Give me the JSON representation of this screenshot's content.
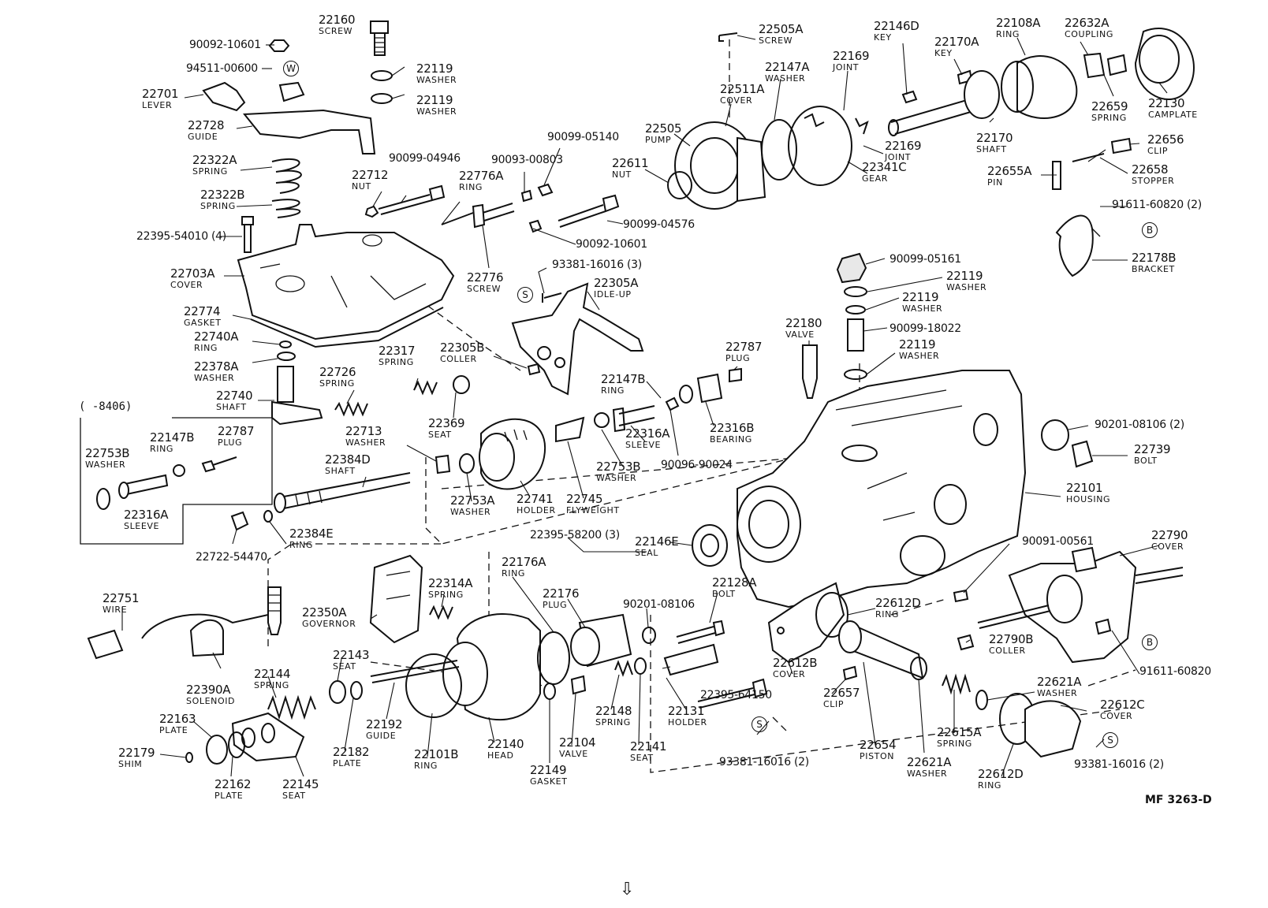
{
  "diagram_code": "MF 3263-D",
  "bracket_range": "(       -8406)",
  "markers": {
    "s": "S",
    "b": "B",
    "w": "W"
  },
  "parts": [
    {
      "id": "p22160",
      "number": "22160",
      "name": "SCREW"
    },
    {
      "id": "p90092a",
      "number": "90092-10601",
      "name": ""
    },
    {
      "id": "p94511",
      "number": "94511-00600",
      "name": ""
    },
    {
      "id": "p22119a",
      "number": "22119",
      "name": "WASHER"
    },
    {
      "id": "p22119b",
      "number": "22119",
      "name": "WASHER"
    },
    {
      "id": "p22701",
      "number": "22701",
      "name": "LEVER"
    },
    {
      "id": "p22728",
      "number": "22728",
      "name": "GUIDE"
    },
    {
      "id": "p22322a",
      "number": "22322A",
      "name": "SPRING"
    },
    {
      "id": "p22322b",
      "number": "22322B",
      "name": "SPRING"
    },
    {
      "id": "p22395a",
      "number": "22395-54010 (4)",
      "name": ""
    },
    {
      "id": "p22703a",
      "number": "22703A",
      "name": "COVER"
    },
    {
      "id": "p22774",
      "number": "22774",
      "name": "GASKET"
    },
    {
      "id": "p22740a",
      "number": "22740A",
      "name": "RING"
    },
    {
      "id": "p22378a",
      "number": "22378A",
      "name": "WASHER"
    },
    {
      "id": "p22740",
      "number": "22740",
      "name": "SHAFT"
    },
    {
      "id": "p22726",
      "number": "22726",
      "name": "SPRING"
    },
    {
      "id": "p22712",
      "number": "22712",
      "name": "NUT"
    },
    {
      "id": "p90099a",
      "number": "90099-04946",
      "name": ""
    },
    {
      "id": "p22776a",
      "number": "22776A",
      "name": "RING"
    },
    {
      "id": "p90093",
      "number": "90093-00803",
      "name": ""
    },
    {
      "id": "p90099b",
      "number": "90099-05140",
      "name": ""
    },
    {
      "id": "p90099c",
      "number": "90099-04576",
      "name": ""
    },
    {
      "id": "p90092b",
      "number": "90092-10601",
      "name": ""
    },
    {
      "id": "p22776",
      "number": "22776",
      "name": "SCREW"
    },
    {
      "id": "p93381a",
      "number": "93381-16016 (3)",
      "name": ""
    },
    {
      "id": "p22305a",
      "number": "22305A",
      "name": "IDLE-UP"
    },
    {
      "id": "p22305b",
      "number": "22305B",
      "name": "COLLER"
    },
    {
      "id": "p22317",
      "number": "22317",
      "name": "SPRING"
    },
    {
      "id": "p22369",
      "number": "22369",
      "name": "SEAT"
    },
    {
      "id": "p22713",
      "number": "22713",
      "name": "WASHER"
    },
    {
      "id": "p22384d",
      "number": "22384D",
      "name": "SHAFT"
    },
    {
      "id": "p22753b1",
      "number": "22753B",
      "name": "WASHER"
    },
    {
      "id": "p22147b1",
      "number": "22147B",
      "name": "RING"
    },
    {
      "id": "p22787a",
      "number": "22787",
      "name": "PLUG"
    },
    {
      "id": "p22316a1",
      "number": "22316A",
      "name": "SLEEVE"
    },
    {
      "id": "p22384e",
      "number": "22384E",
      "name": "RING"
    },
    {
      "id": "p22722",
      "number": "22722-54470",
      "name": ""
    },
    {
      "id": "p22753a",
      "number": "22753A",
      "name": "WASHER"
    },
    {
      "id": "p22741",
      "number": "22741",
      "name": "HOLDER"
    },
    {
      "id": "p22745",
      "number": "22745",
      "name": "FLYWEIGHT"
    },
    {
      "id": "p22753b2",
      "number": "22753B",
      "name": "WASHER"
    },
    {
      "id": "p22147b2",
      "number": "22147B",
      "name": "RING"
    },
    {
      "id": "p22316a2",
      "number": "22316A",
      "name": "SLEEVE"
    },
    {
      "id": "p90096",
      "number": "90096-90024",
      "name": ""
    },
    {
      "id": "p22316b",
      "number": "22316B",
      "name": "BEARING"
    },
    {
      "id": "p22787b",
      "number": "22787",
      "name": "PLUG"
    },
    {
      "id": "p22180",
      "number": "22180",
      "name": "VALVE"
    },
    {
      "id": "p22505a",
      "number": "22505A",
      "name": "SCREW"
    },
    {
      "id": "p22511a",
      "number": "22511A",
      "name": "COVER"
    },
    {
      "id": "p22505",
      "number": "22505",
      "name": "PUMP"
    },
    {
      "id": "p22611",
      "number": "22611",
      "name": "NUT"
    },
    {
      "id": "p22147a",
      "number": "22147A",
      "name": "WASHER"
    },
    {
      "id": "p22169a",
      "number": "22169",
      "name": "JOINT"
    },
    {
      "id": "p22169b",
      "number": "22169",
      "name": "JOINT"
    },
    {
      "id": "p22341c",
      "number": "22341C",
      "name": "GEAR"
    },
    {
      "id": "p22146d",
      "number": "22146D",
      "name": "KEY"
    },
    {
      "id": "p22170a",
      "number": "22170A",
      "name": "KEY"
    },
    {
      "id": "p22170",
      "number": "22170",
      "name": "SHAFT"
    },
    {
      "id": "p22108a",
      "number": "22108A",
      "name": "RING"
    },
    {
      "id": "p22632a",
      "number": "22632A",
      "name": "COUPLING"
    },
    {
      "id": "p22659",
      "number": "22659",
      "name": "SPRING"
    },
    {
      "id": "p22130",
      "number": "22130",
      "name": "CAMPLATE"
    },
    {
      "id": "p22656",
      "number": "22656",
      "name": "CLIP"
    },
    {
      "id": "p22655a",
      "number": "22655A",
      "name": "PIN"
    },
    {
      "id": "p22658",
      "number": "22658",
      "name": "STOPPER"
    },
    {
      "id": "p91611a",
      "number": "91611-60820 (2)",
      "name": ""
    },
    {
      "id": "p22178b",
      "number": "22178B",
      "name": "BRACKET"
    },
    {
      "id": "p90099d",
      "number": "90099-05161",
      "name": ""
    },
    {
      "id": "p22119c",
      "number": "22119",
      "name": "WASHER"
    },
    {
      "id": "p22119d",
      "number": "22119",
      "name": "WASHER"
    },
    {
      "id": "p90099e",
      "number": "90099-18022",
      "name": ""
    },
    {
      "id": "p22119e",
      "number": "22119",
      "name": "WASHER"
    },
    {
      "id": "p90201a",
      "number": "90201-08106 (2)",
      "name": ""
    },
    {
      "id": "p22739",
      "number": "22739",
      "name": "BOLT"
    },
    {
      "id": "p22101",
      "number": "22101",
      "name": "HOUSING"
    },
    {
      "id": "p22395b",
      "number": "22395-58200 (3)",
      "name": ""
    },
    {
      "id": "p22146e",
      "number": "22146E",
      "name": "SEAL"
    },
    {
      "id": "p22751",
      "number": "22751",
      "name": "WIRE"
    },
    {
      "id": "p22350a",
      "number": "22350A",
      "name": "GOVERNOR"
    },
    {
      "id": "p22314a",
      "number": "22314A",
      "name": "SPRING"
    },
    {
      "id": "p22176a",
      "number": "22176A",
      "name": "RING"
    },
    {
      "id": "p22176",
      "number": "22176",
      "name": "PLUG"
    },
    {
      "id": "p90201b",
      "number": "90201-08106",
      "name": ""
    },
    {
      "id": "p22128a",
      "number": "22128A",
      "name": "BOLT"
    },
    {
      "id": "p22612d1",
      "number": "22612D",
      "name": "RING"
    },
    {
      "id": "p90091",
      "number": "90091-00561",
      "name": ""
    },
    {
      "id": "p22790",
      "number": "22790",
      "name": "COVER"
    },
    {
      "id": "p22790b",
      "number": "22790B",
      "name": "COLLER"
    },
    {
      "id": "p91611b",
      "number": "91611-60820",
      "name": ""
    },
    {
      "id": "p22390a",
      "number": "22390A",
      "name": "SOLENOID"
    },
    {
      "id": "p22143",
      "number": "22143",
      "name": "SEAT"
    },
    {
      "id": "p22144",
      "number": "22144",
      "name": "SPRING"
    },
    {
      "id": "p22192",
      "number": "22192",
      "name": "GUIDE"
    },
    {
      "id": "p22140",
      "number": "22140",
      "name": "HEAD"
    },
    {
      "id": "p22101b",
      "number": "22101B",
      "name": "RING"
    },
    {
      "id": "p22104",
      "number": "22104",
      "name": "VALVE"
    },
    {
      "id": "p22148",
      "number": "22148",
      "name": "SPRING"
    },
    {
      "id": "p22149",
      "number": "22149",
      "name": "GASKET"
    },
    {
      "id": "p22141",
      "number": "22141",
      "name": "SEAT"
    },
    {
      "id": "p22131",
      "number": "22131",
      "name": "HOLDER"
    },
    {
      "id": "p22395c",
      "number": "22395-64150",
      "name": ""
    },
    {
      "id": "p22612b",
      "number": "22612B",
      "name": "COVER"
    },
    {
      "id": "p22657",
      "number": "22657",
      "name": "CLIP"
    },
    {
      "id": "p22654",
      "number": "22654",
      "name": "PISTON"
    },
    {
      "id": "p93381b",
      "number": "93381-16016 (2)",
      "name": ""
    },
    {
      "id": "p22621a1",
      "number": "22621A",
      "name": "WASHER"
    },
    {
      "id": "p22621a2",
      "number": "22621A",
      "name": "WASHER"
    },
    {
      "id": "p22615a",
      "number": "22615A",
      "name": "SPRING"
    },
    {
      "id": "p22612d2",
      "number": "22612D",
      "name": "RING"
    },
    {
      "id": "p22612c",
      "number": "22612C",
      "name": "COVER"
    },
    {
      "id": "p93381c",
      "number": "93381-16016 (2)",
      "name": ""
    },
    {
      "id": "p22163",
      "number": "22163",
      "name": "PLATE"
    },
    {
      "id": "p22179",
      "number": "22179",
      "name": "SHIM"
    },
    {
      "id": "p22162",
      "number": "22162",
      "name": "PLATE"
    },
    {
      "id": "p22145",
      "number": "22145",
      "name": "SEAT"
    },
    {
      "id": "p22182",
      "number": "22182",
      "name": "PLATE"
    }
  ]
}
